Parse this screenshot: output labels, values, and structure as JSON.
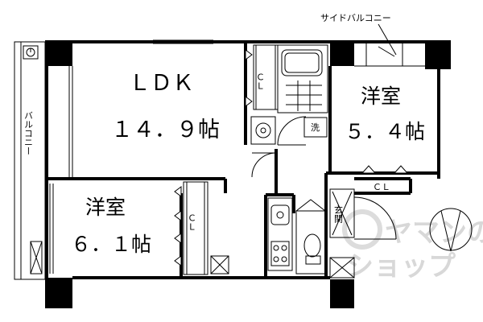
{
  "floor_plan": {
    "rooms": {
      "ldk": {
        "name": "ＬＤＫ",
        "size": "１４．９帖"
      },
      "western_room_east": {
        "name": "洋室",
        "size": "５．４帖"
      },
      "western_room_west": {
        "name": "洋室",
        "size": "６．１帖"
      }
    },
    "labels": {
      "balcony": "バルコニー",
      "side_balcony": "サイドバルコニー",
      "closet_a": "ＣＬ",
      "closet_b": "ＣＬ",
      "closet_c": "ＣＬ",
      "laundry": "洗",
      "entrance": "玄関"
    },
    "watermark": {
      "line1": "ヤマンの",
      "line2": "ショップ"
    }
  }
}
